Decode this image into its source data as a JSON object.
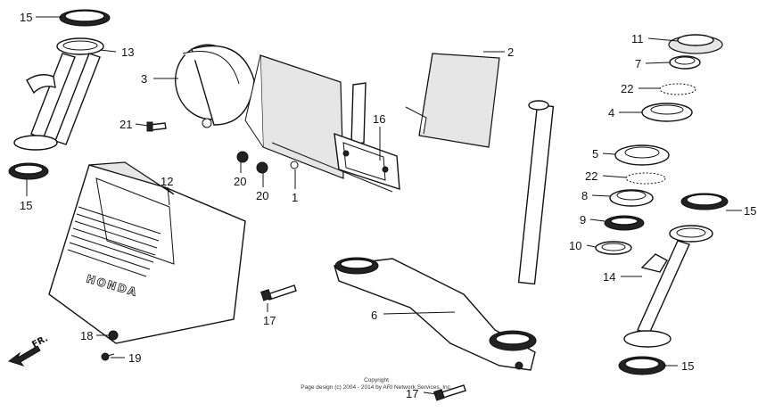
{
  "diagram": {
    "callouts": {
      "c15a": "15",
      "c13": "13",
      "c15b": "15",
      "c3": "3",
      "c21": "21",
      "c20a": "20",
      "c20b": "20",
      "c1": "1",
      "c16": "16",
      "c2": "2",
      "c12": "12",
      "c17a": "17",
      "c6": "6",
      "c18": "18",
      "c19": "19",
      "c17b": "17",
      "c11": "11",
      "c7": "7",
      "c22a": "22",
      "c4": "4",
      "c5": "5",
      "c22b": "22",
      "c8": "8",
      "c9": "9",
      "c10": "10",
      "c15c": "15",
      "c14": "14",
      "c15d": "15"
    },
    "brand": "HONDA",
    "direction_label": "FR.",
    "copyright_line1": "Copyright",
    "copyright_line2": "Page design (c) 2004 - 2014 by ARI Network Services, Inc."
  }
}
